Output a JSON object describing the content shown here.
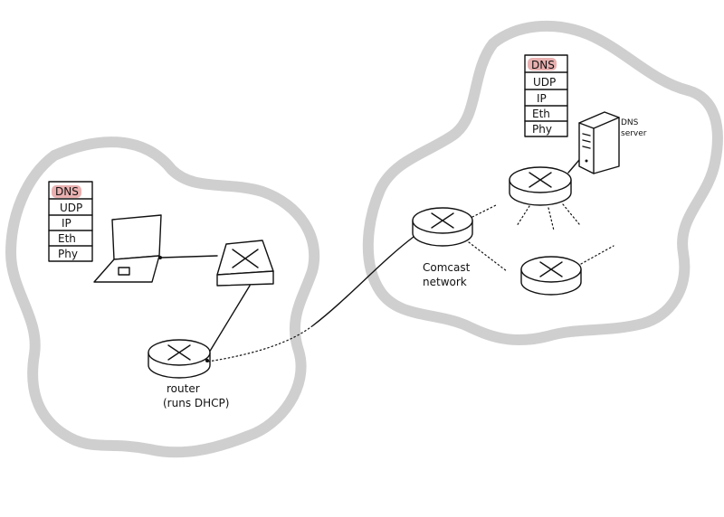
{
  "colors": {
    "cloud_outline": "#cfcfcf",
    "ink": "#111111",
    "dns_highlight": "#e9b0b0"
  },
  "home_network": {
    "protocol_stack": [
      "DNS",
      "UDP",
      "IP",
      "Eth",
      "Phy"
    ],
    "router_label_line1": "router",
    "router_label_line2": "(runs DHCP)"
  },
  "comcast_network": {
    "protocol_stack": [
      "DNS",
      "UDP",
      "IP",
      "Eth",
      "Phy"
    ],
    "network_label_line1": "Comcast",
    "network_label_line2": "network",
    "dns_server_label_line1": "DNS",
    "dns_server_label_line2": "server"
  },
  "icons": [
    "laptop-icon",
    "switch-icon",
    "router-icon",
    "server-icon"
  ]
}
